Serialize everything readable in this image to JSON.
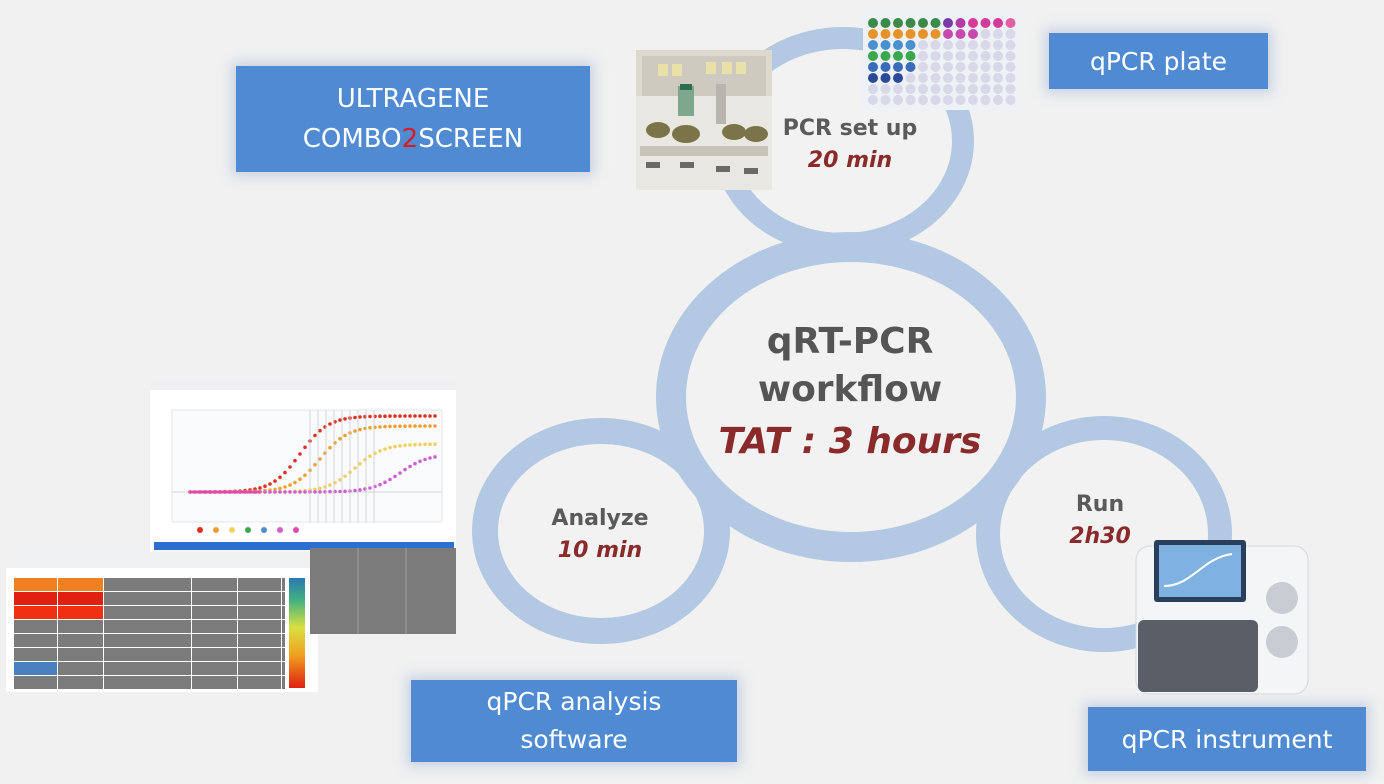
{
  "product_box": {
    "line1": "ULTRAGENE",
    "line2_prefix": "COMBO",
    "line2_accent": "2",
    "line2_suffix": "SCREEN"
  },
  "boxes": {
    "qpcr_plate": "qPCR plate",
    "analysis_software_line1": "qPCR analysis",
    "analysis_software_line2": "software",
    "qpcr_instrument": "qPCR instrument"
  },
  "center": {
    "line1": "qRT-PCR",
    "line2": "workflow",
    "tat": "TAT : 3 hours"
  },
  "steps": [
    {
      "label": "PCR set up",
      "time": "20 min"
    },
    {
      "label": "Analyze",
      "time": "10 min"
    },
    {
      "label": "Run",
      "time": "2h30"
    }
  ],
  "colors": {
    "box_blue": "#4f8ad3",
    "ring": "#b3c8e2",
    "time_red": "#8b2a2a",
    "accent_red": "#d71d1d"
  }
}
